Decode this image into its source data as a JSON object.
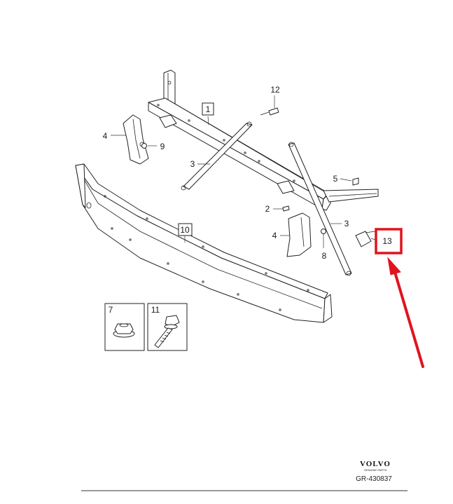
{
  "callouts": {
    "c1": "1",
    "c2": "2",
    "c3a": "3",
    "c3b": "3",
    "c4a": "4",
    "c4b": "4",
    "c5": "5",
    "c7": "7",
    "c8": "8",
    "c9": "9",
    "c10": "10",
    "c11": "11",
    "c12": "12",
    "c13": "13"
  },
  "footer": {
    "brand": "VOLVO",
    "brand_sub": "GENUINE PARTS",
    "reference": "GR-430837"
  },
  "colors": {
    "line": "#222222",
    "highlight": "#e0141e",
    "background": "#ffffff"
  }
}
